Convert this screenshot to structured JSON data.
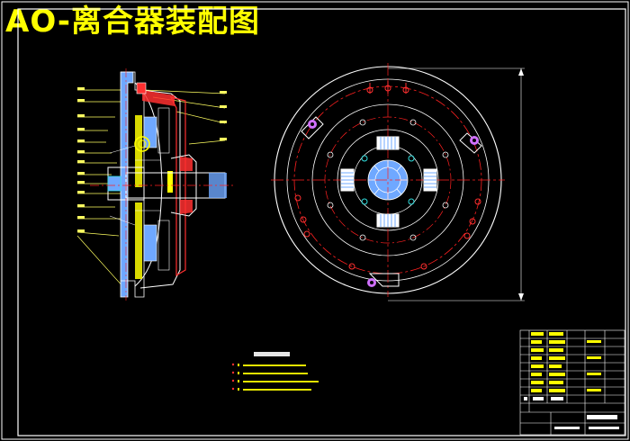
{
  "title": "AO-离合器装配图",
  "colors": {
    "background": "#000000",
    "title": "#ffff00",
    "frame": "#ffffff",
    "outline": "#ffffff",
    "centerline": "#ff2020",
    "part_fill": "#6fa8ff",
    "highlight": "#ffff00",
    "spring": "#d070ff",
    "bolt": "#30e0e0",
    "leader": "#ffff60",
    "cut_hatch": "#ff3030",
    "note_text": "#ffff00",
    "note_heading": "#ffffff"
  },
  "icons": {
    "section_view": "clutch-cross-section",
    "front_view": "clutch-front-view",
    "bolt_hole": "bolt-hole-icon",
    "damper_spring": "damper-spring-icon"
  }
}
